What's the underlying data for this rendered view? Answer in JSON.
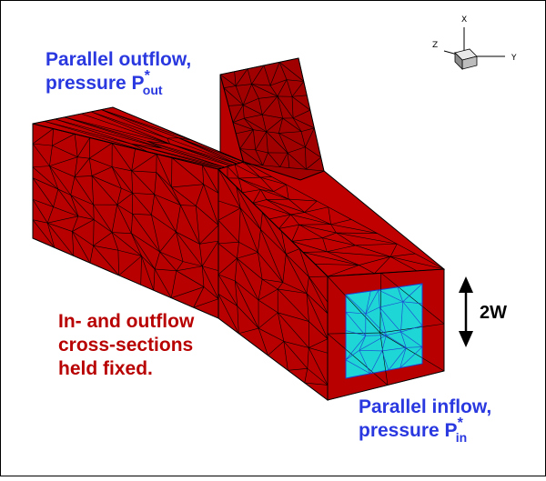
{
  "colors": {
    "mesh_fill": "#B80000",
    "mesh_fill_dark": "#A00000",
    "mesh_fill_light": "#C00000",
    "mesh_edge": "#000000",
    "inflow_face": "#1FD6D6",
    "inflow_edge": "#1C3FD0",
    "blue_text": "#2A38E0",
    "red_text": "#B80000"
  },
  "labels": {
    "outflow_line1": "Parallel outflow,",
    "outflow_line2_prefix": "pressure P",
    "outflow_sub": "out",
    "outflow_sup": "*",
    "fixed_line1": "In- and outflow",
    "fixed_line2": "cross-sections",
    "fixed_line3": "held fixed.",
    "inflow_line1": "Parallel inflow,",
    "inflow_line2_prefix": "pressure P",
    "inflow_sub": "in",
    "inflow_sup": "*",
    "width_label": "2W"
  },
  "axes": {
    "x": "X",
    "y": "Y",
    "z": "Z"
  },
  "icons": {
    "orientation": "axis-triad-icon",
    "width_arrow": "double-arrow-icon"
  }
}
